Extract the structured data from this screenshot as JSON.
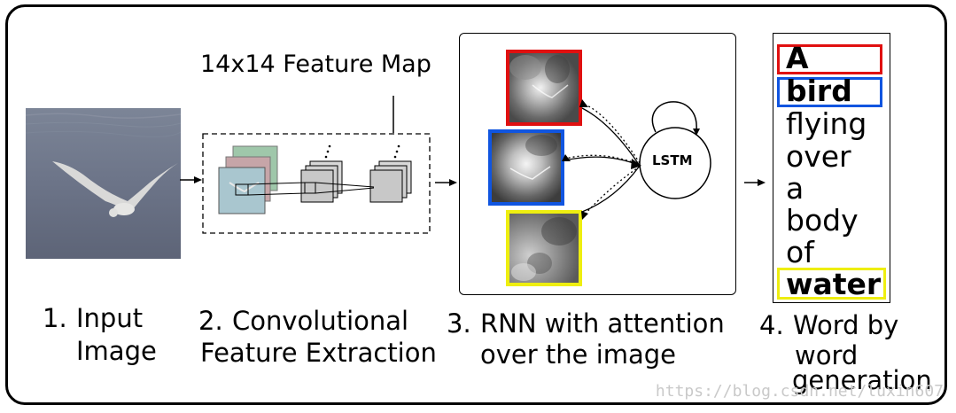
{
  "feature_map_title": "14x14 Feature Map",
  "lstm_label": "LSTM",
  "steps": [
    {
      "number": "1.",
      "lines": [
        "Input",
        "Image"
      ]
    },
    {
      "number": "2.",
      "lines": [
        "Convolutional",
        "Feature Extraction"
      ]
    },
    {
      "number": "3.",
      "lines": [
        "RNN with attention",
        "over the image"
      ]
    },
    {
      "number": "4.",
      "lines": [
        "Word by",
        "word",
        "generation"
      ]
    }
  ],
  "words": [
    "A",
    "bird",
    "flying",
    "over",
    "a",
    "body",
    "of",
    "water"
  ],
  "colors": {
    "red": "#e01010",
    "blue": "#1055e0",
    "yellow": "#eeee10",
    "conv_layer": "#a9c6cf"
  },
  "watermark": "https://blog.csdn.net/luxin607"
}
